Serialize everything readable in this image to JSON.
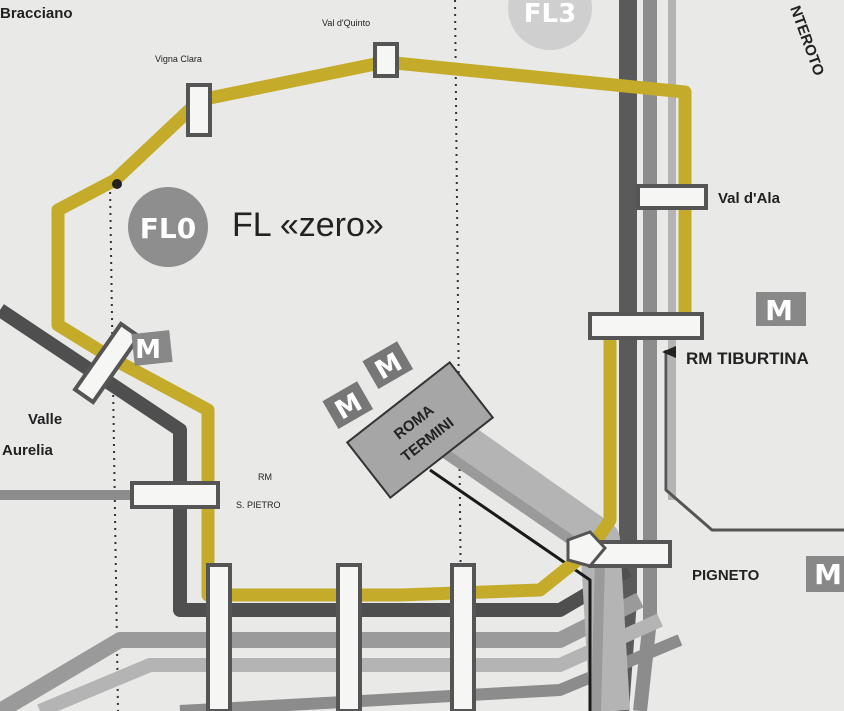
{
  "map": {
    "title": "FL «zero»",
    "line_badge": "FL0",
    "line_badge_r3": "FL3",
    "metro_letter": "M",
    "colors": {
      "background": "#e9e9e7",
      "fl0_ring": "#c4ac2a",
      "badge_fill": "#8e8e8e",
      "badge_light": "#cfcfcf",
      "rail_dark": "#5a5a5a",
      "rail_mid": "#8c8c8c",
      "rail_light": "#b4b4b4",
      "station_box_fill": "#f6f6f4",
      "station_box_stroke": "#555555",
      "termini_fill": "#a6a6a6"
    },
    "labels": {
      "bracciano": "Bracciano",
      "vigna_clara": "Vigna Clara",
      "val_di_quinto": "Val d'Quinto",
      "val_d_ala": "Val d'Ala",
      "rm_tiburtina": "RM TIBURTINA",
      "valle": "Valle",
      "aurelia": "Aurelia",
      "rm": "RM",
      "s_pietro": "S. PIETRO",
      "roma": "ROMA",
      "termini": "TERMINI",
      "pigneto": "PIGNETO",
      "nomentana_fragment": "NTEROTO"
    }
  }
}
